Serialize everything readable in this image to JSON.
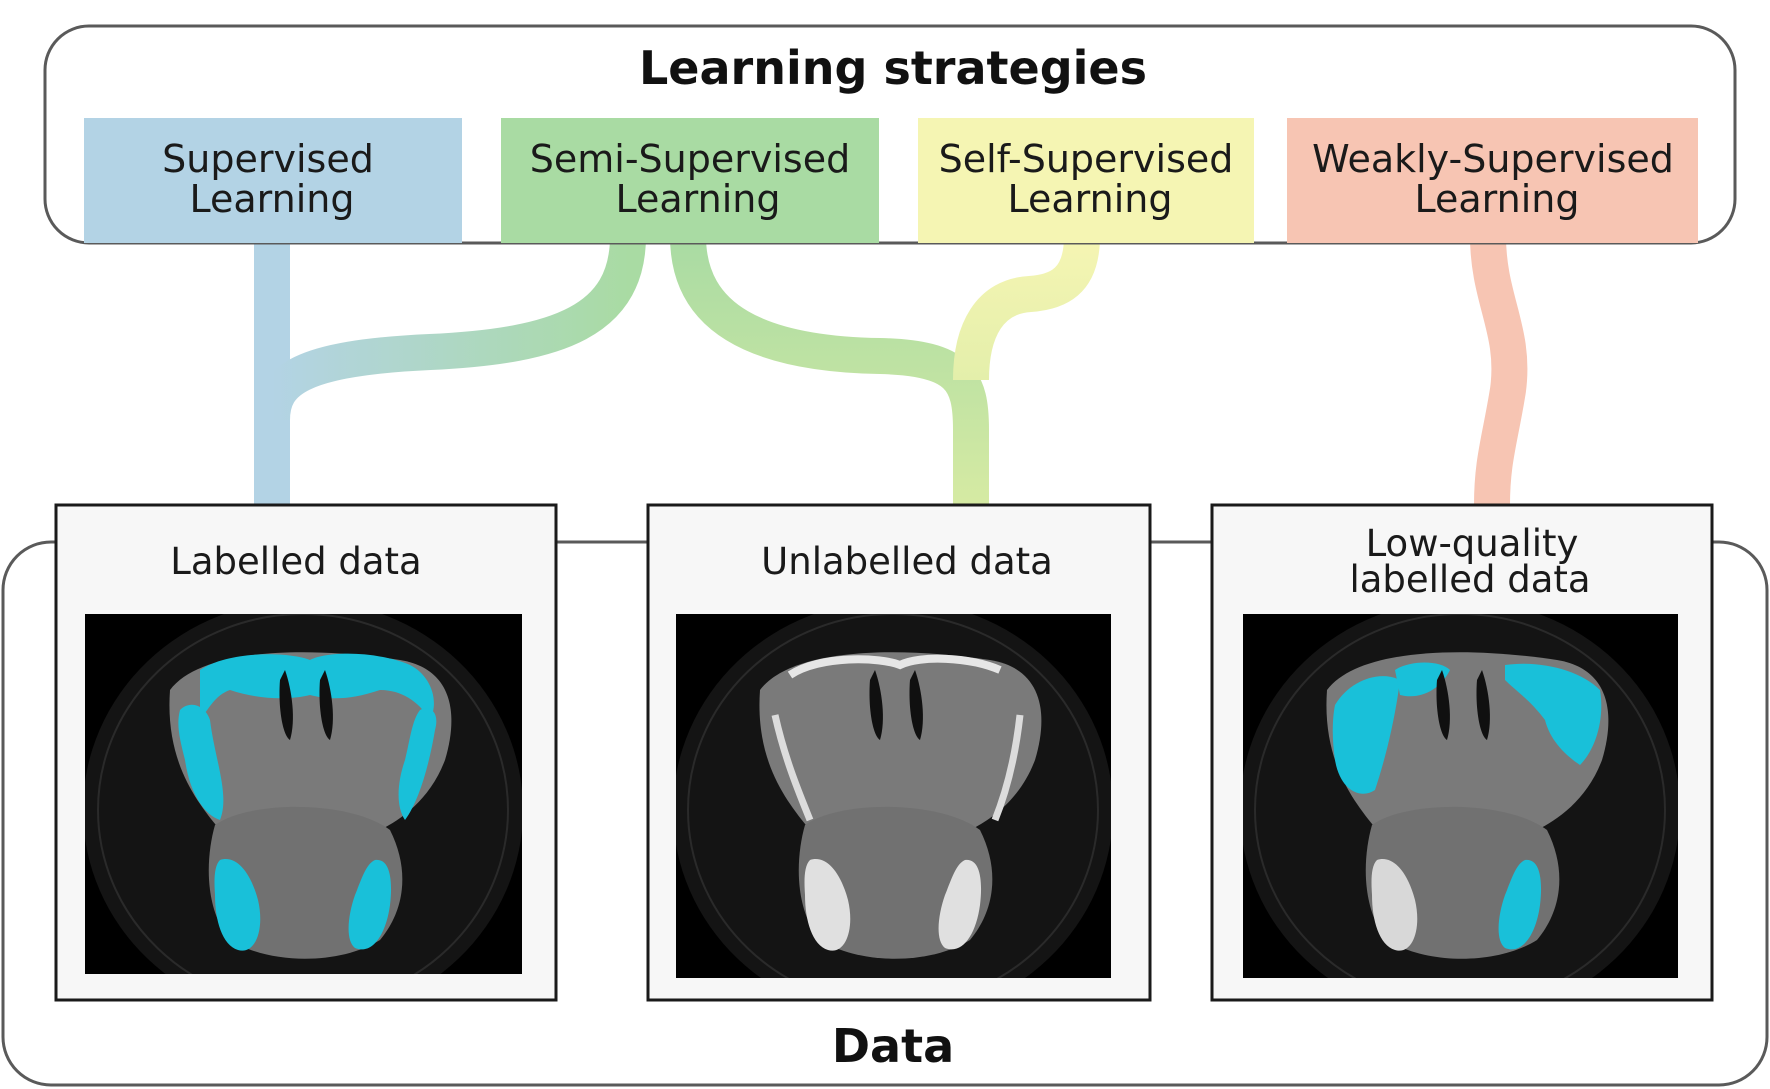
{
  "strategies_group": {
    "title": "Learning strategies",
    "items": [
      {
        "id": "supervised",
        "line1": "Supervised",
        "line2": "Learning",
        "color": "#b3d3e5"
      },
      {
        "id": "semi-supervised",
        "line1": "Semi-Supervised",
        "line2": "Learning",
        "color": "#a9dba3"
      },
      {
        "id": "self-supervised",
        "line1": "Self-Supervised",
        "line2": "Learning",
        "color": "#f5f5b3"
      },
      {
        "id": "weakly-supervised",
        "line1": "Weakly-Supervised",
        "line2": "Learning",
        "color": "#f7c5b3"
      }
    ]
  },
  "data_group": {
    "title": "Data",
    "panels": [
      {
        "id": "labelled",
        "line1": "Labelled data",
        "line2": "",
        "image": "CT scan with cyan segmentation overlay"
      },
      {
        "id": "unlabelled",
        "line1": "Unlabelled data",
        "line2": "",
        "image": "CT scan without annotation"
      },
      {
        "id": "low-quality",
        "line1": "Low-quality",
        "line2": "labelled data",
        "image": "CT scan with coarse cyan segmentation overlay"
      }
    ]
  },
  "links": [
    {
      "from": "supervised",
      "to": "labelled"
    },
    {
      "from": "semi-supervised",
      "to": "labelled"
    },
    {
      "from": "semi-supervised",
      "to": "unlabelled"
    },
    {
      "from": "self-supervised",
      "to": "unlabelled"
    },
    {
      "from": "weakly-supervised",
      "to": "low-quality"
    }
  ],
  "colors": {
    "supervised": "#b3d3e5",
    "semi_supervised": "#a9dba3",
    "self_supervised": "#f5f5b3",
    "weakly_supervised": "#f7c5b3",
    "unlabelled_link": "#d5eaa3",
    "segmentation": "#19c0d9",
    "frame": "#5a5a5a"
  }
}
